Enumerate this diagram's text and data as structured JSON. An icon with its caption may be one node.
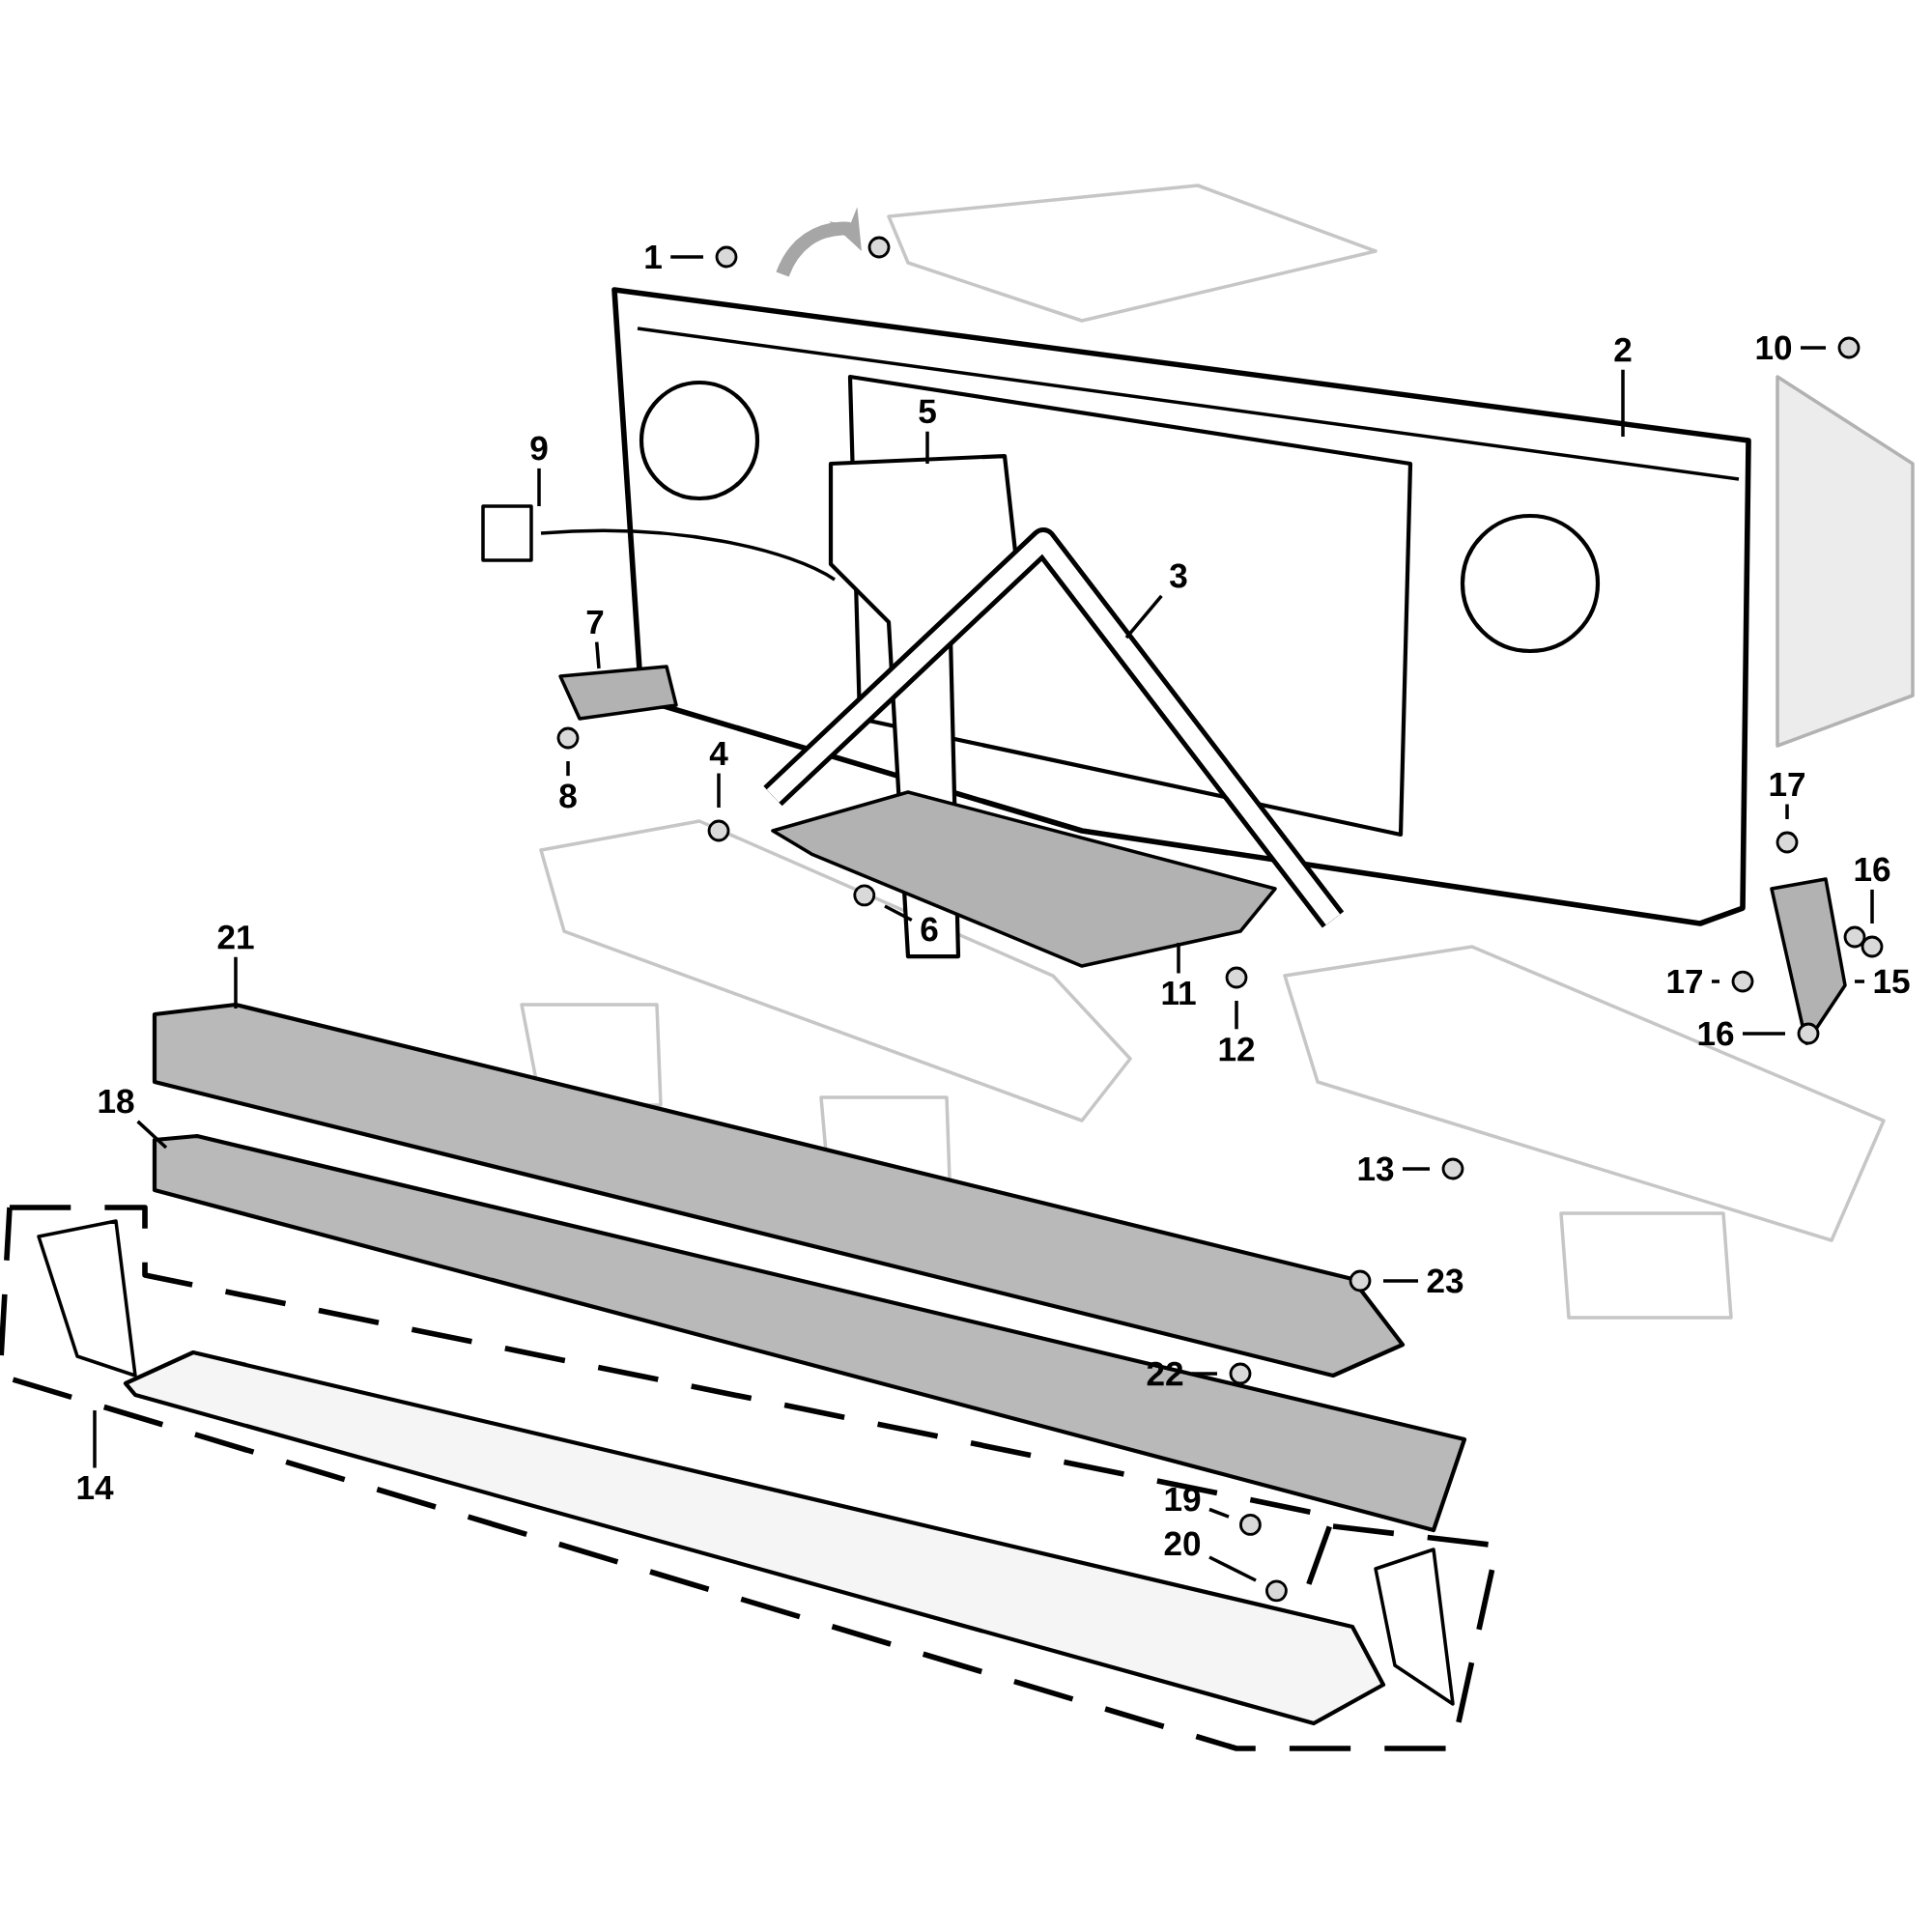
{
  "diagram": {
    "nodes": [
      {
        "text": [
          "1"
        ]
      },
      {
        "text": [
          "2"
        ]
      },
      {
        "text": [
          "3"
        ]
      },
      {
        "text": [
          "4"
        ]
      },
      {
        "text": [
          "5"
        ]
      },
      {
        "text": [
          "6"
        ]
      },
      {
        "text": [
          "7"
        ]
      },
      {
        "text": [
          "8"
        ]
      },
      {
        "text": [
          "9"
        ]
      },
      {
        "text": [
          "10"
        ]
      },
      {
        "text": [
          "11"
        ]
      },
      {
        "text": [
          "12"
        ]
      },
      {
        "text": [
          "13"
        ]
      },
      {
        "text": [
          "14"
        ]
      },
      {
        "text": [
          "15"
        ]
      },
      {
        "text": [
          "16"
        ]
      },
      {
        "text": [
          "16"
        ]
      },
      {
        "text": [
          "17"
        ]
      },
      {
        "text": [
          "17"
        ]
      },
      {
        "text": [
          "18"
        ]
      },
      {
        "text": [
          "19"
        ]
      },
      {
        "text": [
          "20"
        ]
      },
      {
        "text": [
          "21"
        ]
      },
      {
        "text": [
          "22"
        ]
      },
      {
        "text": [
          "23"
        ]
      }
    ],
    "edges": [
      {
        "from": 0,
        "to": null,
        "arrow": "none"
      },
      {
        "from": 1,
        "to": null,
        "arrow": "none"
      },
      {
        "from": 2,
        "to": null,
        "arrow": "none"
      },
      {
        "from": 3,
        "to": null,
        "arrow": "none"
      },
      {
        "from": 4,
        "to": null,
        "arrow": "none"
      },
      {
        "from": 5,
        "to": null,
        "arrow": "none"
      },
      {
        "from": 6,
        "to": null,
        "arrow": "none"
      },
      {
        "from": 7,
        "to": null,
        "arrow": "none"
      },
      {
        "from": 8,
        "to": null,
        "arrow": "none"
      },
      {
        "from": 9,
        "to": null,
        "arrow": "none"
      },
      {
        "from": 10,
        "to": null,
        "arrow": "none"
      },
      {
        "from": 11,
        "to": null,
        "arrow": "none"
      },
      {
        "from": 12,
        "to": null,
        "arrow": "none"
      },
      {
        "from": 13,
        "to": null,
        "arrow": "none"
      },
      {
        "from": 14,
        "to": null,
        "arrow": "none"
      },
      {
        "from": 15,
        "to": null,
        "arrow": "none"
      },
      {
        "from": 16,
        "to": null,
        "arrow": "none"
      },
      {
        "from": 17,
        "to": null,
        "arrow": "none"
      },
      {
        "from": 18,
        "to": null,
        "arrow": "none"
      },
      {
        "from": 19,
        "to": null,
        "arrow": "none"
      },
      {
        "from": 20,
        "to": null,
        "arrow": "none"
      },
      {
        "from": 21,
        "to": null,
        "arrow": "none"
      },
      {
        "from": 22,
        "to": null,
        "arrow": "none"
      },
      {
        "from": 23,
        "to": null,
        "arrow": "none"
      },
      {
        "from": 24,
        "to": null,
        "arrow": "none"
      }
    ]
  }
}
